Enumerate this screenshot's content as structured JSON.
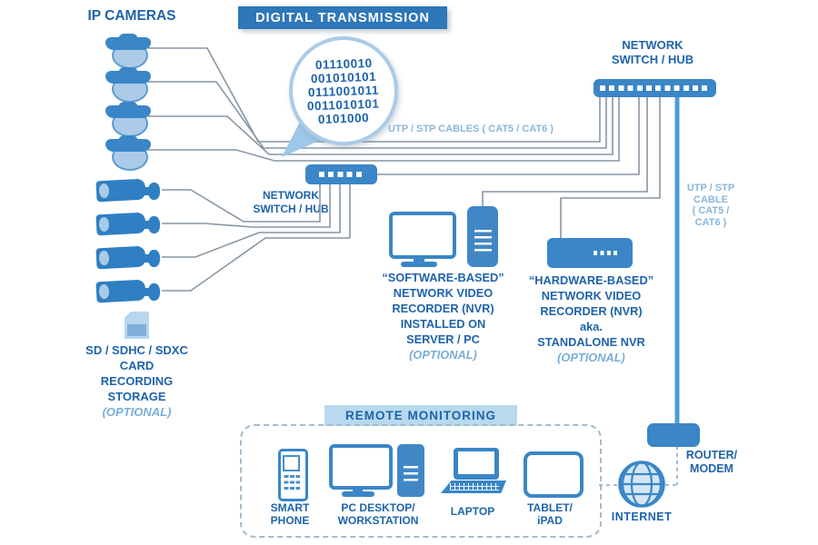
{
  "header": {
    "ip_cameras": "IP CAMERAS",
    "digital_transmission": "DIGITAL TRANSMISSION"
  },
  "magnifier": {
    "binary": [
      "01110010",
      "001010101",
      "0111001011",
      "0011010101",
      "0101000"
    ]
  },
  "switch_top": {
    "line1": "NETWORK",
    "line2": "SWITCH / HUB"
  },
  "switch_mid": {
    "line1": "NETWORK",
    "line2": "SWITCH / HUB"
  },
  "cables": {
    "horizontal_label": "UTP / STP CABLES ( CAT5 / CAT6 )",
    "vertical_label": [
      "UTP / STP",
      "CABLE",
      "( CAT5 /",
      "CAT6 )"
    ]
  },
  "sd_card": {
    "lines": [
      "SD / SDHC / SDXC",
      "CARD",
      "RECORDING",
      "STORAGE"
    ],
    "optional": "(OPTIONAL)"
  },
  "software_nvr": {
    "lines": [
      "“SOFTWARE-BASED”",
      "NETWORK VIDEO",
      "RECORDER (NVR)",
      "INSTALLED ON",
      "SERVER / PC"
    ],
    "optional": "(OPTIONAL)"
  },
  "hardware_nvr": {
    "lines": [
      "“HARDWARE-BASED”",
      "NETWORK VIDEO",
      "RECORDER (NVR)",
      "aka.",
      "STANDALONE NVR"
    ],
    "optional": "(OPTIONAL)"
  },
  "router": {
    "line1": "ROUTER/",
    "line2": "MODEM"
  },
  "internet": {
    "label": "INTERNET"
  },
  "remote_monitoring": {
    "title": "REMOTE MONITORING",
    "smartphone": {
      "line1": "SMART",
      "line2": "PHONE"
    },
    "pc": {
      "line1": "PC DESKTOP/",
      "line2": "WORKSTATION"
    },
    "laptop": {
      "line1": "LAPTOP"
    },
    "tablet": {
      "line1": "TABLET/",
      "line2": "iPAD"
    }
  },
  "colors": {
    "device_blue": "#3a86c6",
    "dark_text_blue": "#1e63ab",
    "light_text_blue": "#8ab6dc",
    "optional_blue": "#79aed8",
    "line_gray": "#8796a3",
    "cable_blue": "#4e9cd8",
    "dash_blue": "#a2bcce",
    "banner_dark": "#2e77b8",
    "banner_light": "#b9d9ee"
  }
}
